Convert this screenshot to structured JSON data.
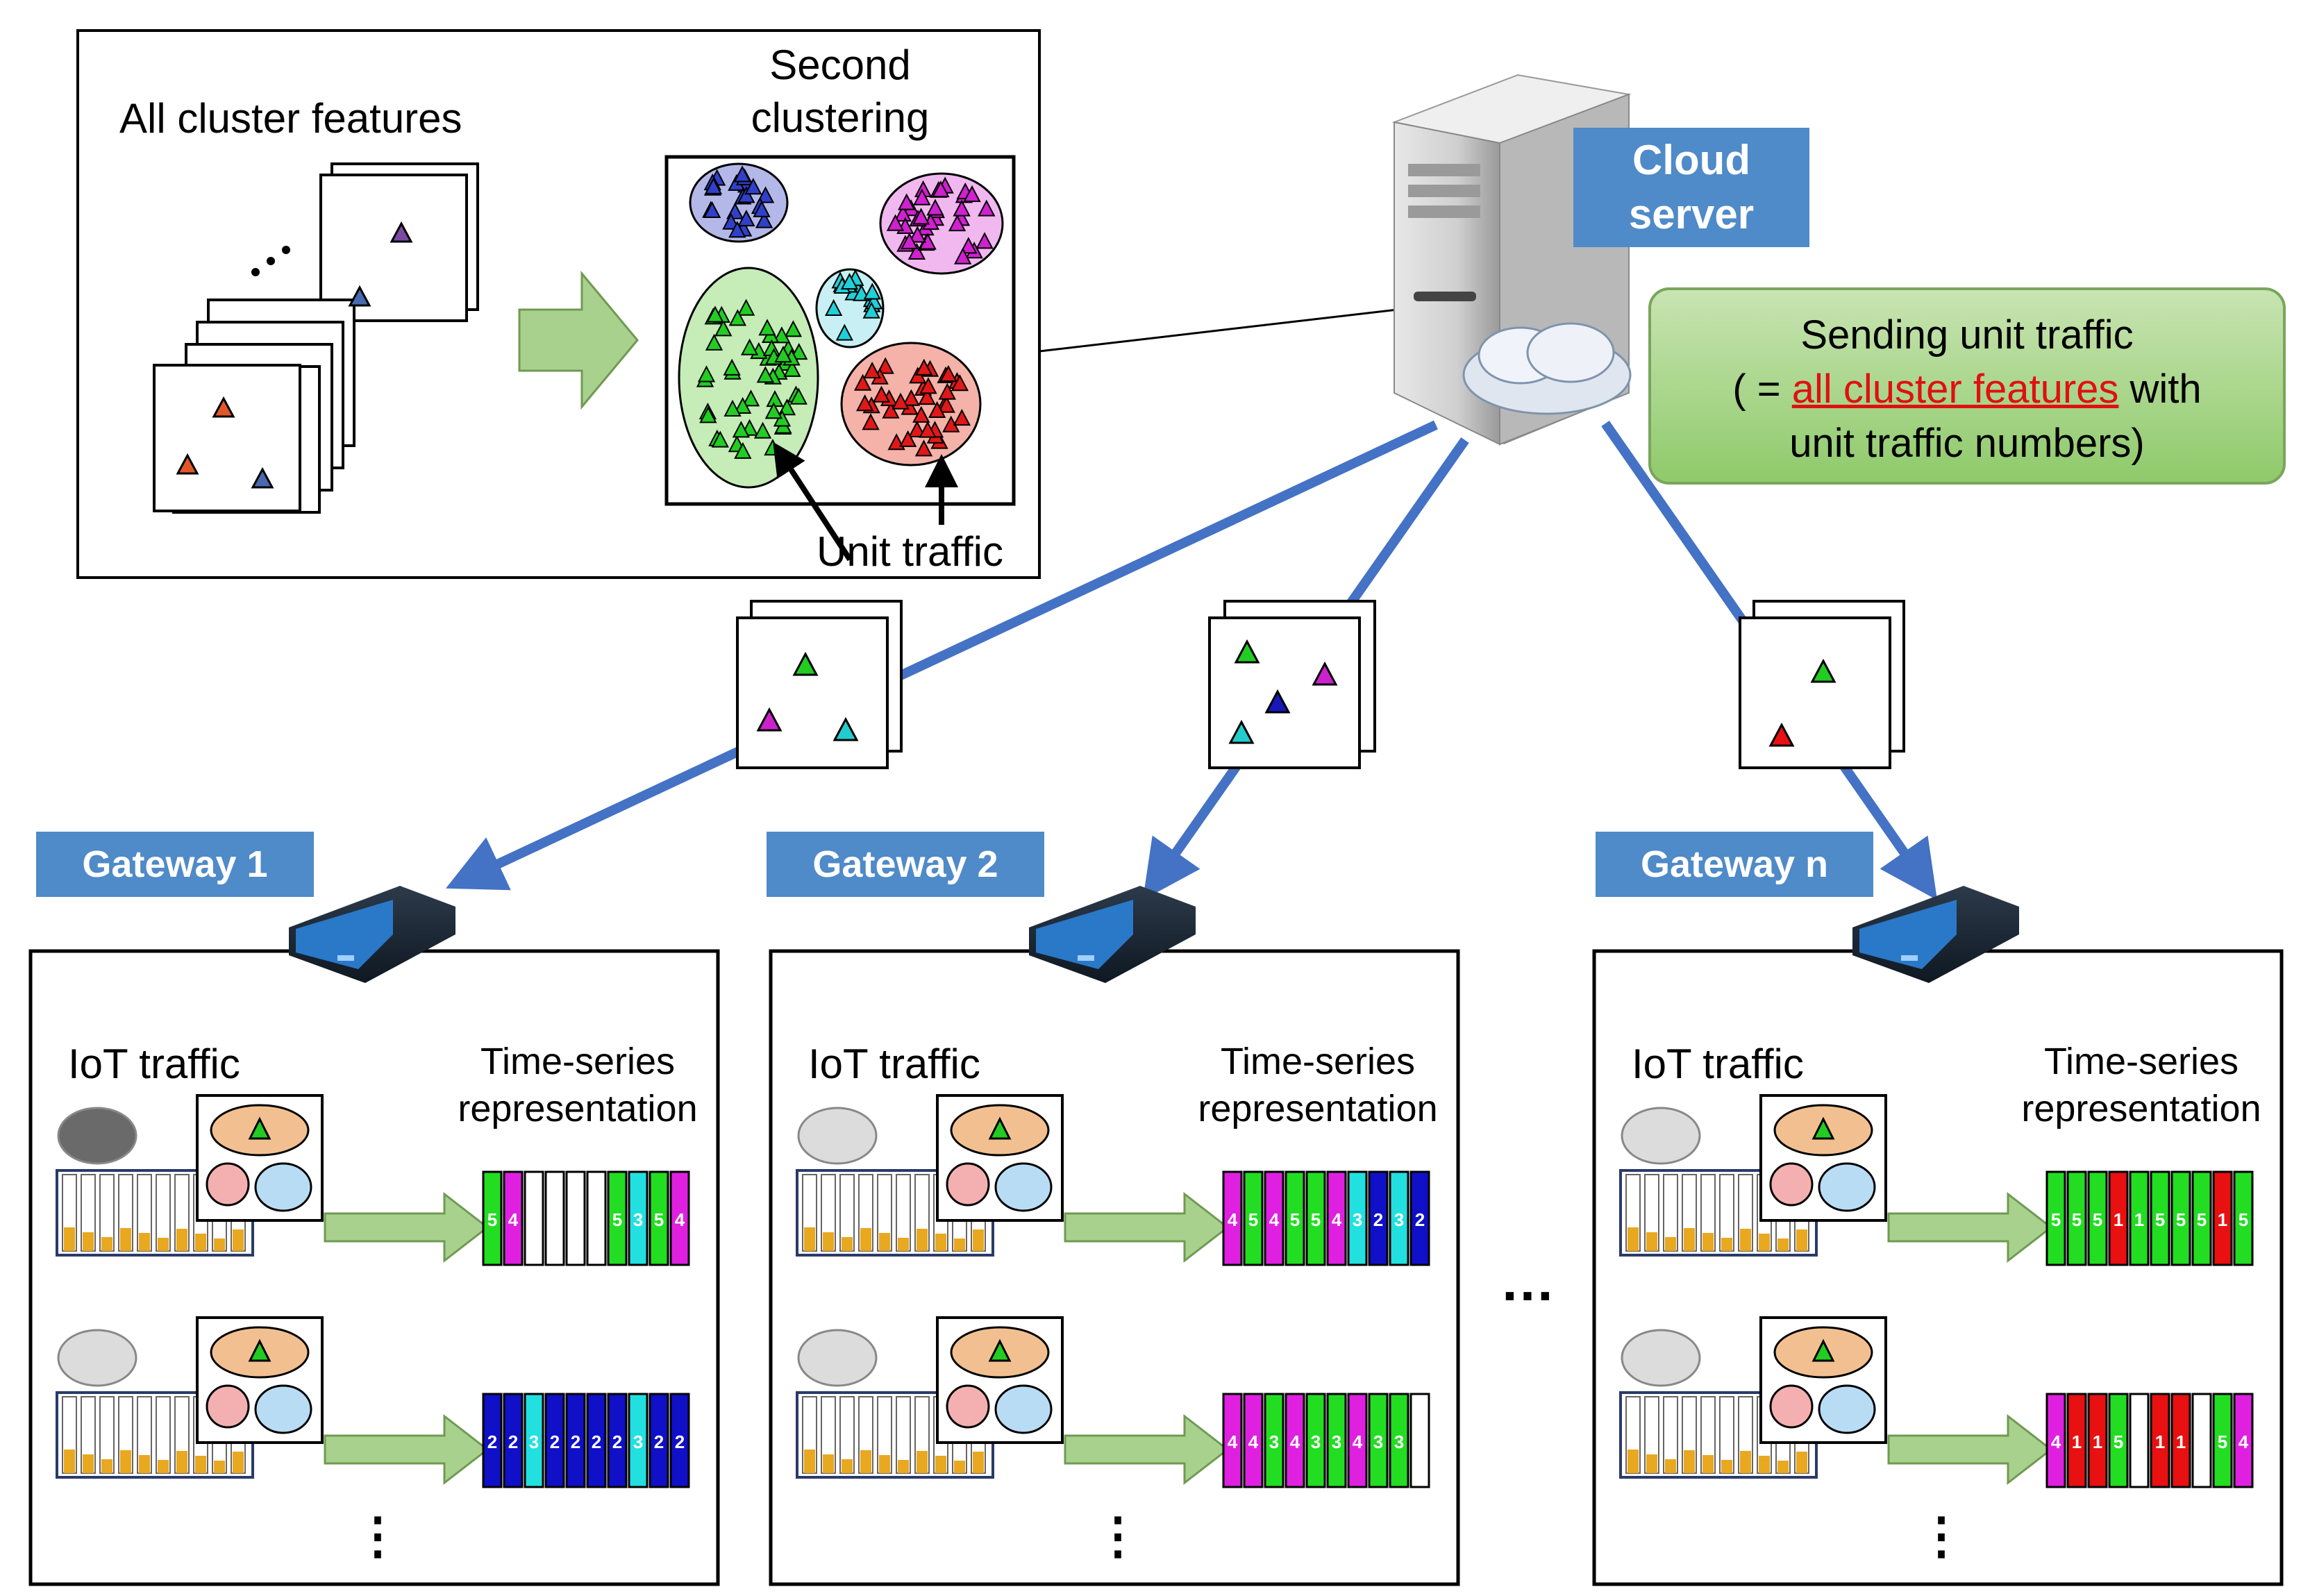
{
  "top_panel": {
    "all_cluster_features": "All cluster features",
    "second_clustering_line1": "Second",
    "second_clustering_line2": "clustering",
    "unit_traffic": "Unit traffic"
  },
  "cloud": {
    "label_line1": "Cloud",
    "label_line2": "server",
    "send_line1": "Sending unit traffic",
    "send_line2_prefix": "( = ",
    "send_line2_link": "all cluster features",
    "send_line2_suffix": " with",
    "send_line3": "unit traffic numbers)"
  },
  "gateways": [
    {
      "label": "Gateway 1",
      "iot_traffic": "IoT traffic",
      "ts_line1": "Time-series",
      "ts_line2": "representation",
      "rows": [
        {
          "cells": [
            {
              "c": "green",
              "t": "5"
            },
            {
              "c": "magenta",
              "t": "4"
            },
            {
              "c": "white",
              "t": ""
            },
            {
              "c": "white",
              "t": ""
            },
            {
              "c": "white",
              "t": ""
            },
            {
              "c": "white",
              "t": ""
            },
            {
              "c": "green",
              "t": "5"
            },
            {
              "c": "cyan",
              "t": "3"
            },
            {
              "c": "green",
              "t": "5"
            },
            {
              "c": "magenta",
              "t": "4"
            }
          ]
        },
        {
          "cells": [
            {
              "c": "blue",
              "t": "2"
            },
            {
              "c": "blue",
              "t": "2"
            },
            {
              "c": "cyan",
              "t": "3"
            },
            {
              "c": "blue",
              "t": "2"
            },
            {
              "c": "blue",
              "t": "2"
            },
            {
              "c": "blue",
              "t": "2"
            },
            {
              "c": "blue",
              "t": "2"
            },
            {
              "c": "cyan",
              "t": "3"
            },
            {
              "c": "blue",
              "t": "2"
            },
            {
              "c": "blue",
              "t": "2"
            }
          ]
        }
      ],
      "ellipsis": "⋮"
    },
    {
      "label": "Gateway 2",
      "iot_traffic": "IoT traffic",
      "ts_line1": "Time-series",
      "ts_line2": "representation",
      "rows": [
        {
          "cells": [
            {
              "c": "magenta",
              "t": "4"
            },
            {
              "c": "green",
              "t": "5"
            },
            {
              "c": "magenta",
              "t": "4"
            },
            {
              "c": "green",
              "t": "5"
            },
            {
              "c": "green",
              "t": "5"
            },
            {
              "c": "magenta",
              "t": "4"
            },
            {
              "c": "cyan",
              "t": "3"
            },
            {
              "c": "blue",
              "t": "2"
            },
            {
              "c": "cyan",
              "t": "3"
            },
            {
              "c": "blue",
              "t": "2"
            }
          ]
        },
        {
          "cells": [
            {
              "c": "magenta",
              "t": "4"
            },
            {
              "c": "magenta",
              "t": "4"
            },
            {
              "c": "green",
              "t": "3"
            },
            {
              "c": "magenta",
              "t": "4"
            },
            {
              "c": "green",
              "t": "3"
            },
            {
              "c": "green",
              "t": "3"
            },
            {
              "c": "magenta",
              "t": "4"
            },
            {
              "c": "green",
              "t": "3"
            },
            {
              "c": "green",
              "t": "3"
            },
            {
              "c": "white",
              "t": ""
            }
          ]
        }
      ],
      "ellipsis": "⋮"
    },
    {
      "label": "Gateway n",
      "iot_traffic": "IoT traffic",
      "ts_line1": "Time-series",
      "ts_line2": "representation",
      "rows": [
        {
          "cells": [
            {
              "c": "green",
              "t": "5"
            },
            {
              "c": "green",
              "t": "5"
            },
            {
              "c": "green",
              "t": "5"
            },
            {
              "c": "red",
              "t": "1"
            },
            {
              "c": "green",
              "t": "1"
            },
            {
              "c": "green",
              "t": "5"
            },
            {
              "c": "green",
              "t": "5"
            },
            {
              "c": "green",
              "t": "5"
            },
            {
              "c": "red",
              "t": "1"
            },
            {
              "c": "green",
              "t": "5"
            }
          ]
        },
        {
          "cells": [
            {
              "c": "magenta",
              "t": "4"
            },
            {
              "c": "red",
              "t": "1"
            },
            {
              "c": "red",
              "t": "1"
            },
            {
              "c": "green",
              "t": "5"
            },
            {
              "c": "white",
              "t": ""
            },
            {
              "c": "red",
              "t": "1"
            },
            {
              "c": "red",
              "t": "1"
            },
            {
              "c": "white",
              "t": ""
            },
            {
              "c": "green",
              "t": "5"
            },
            {
              "c": "magenta",
              "t": "4"
            }
          ]
        }
      ],
      "ellipsis": "⋮"
    }
  ],
  "between_gateways_ellipsis": "…",
  "colors": {
    "green": "#22dd22",
    "magenta": "#e020e0",
    "cyan": "#22e0e0",
    "blue": "#1010c8",
    "red": "#e81010",
    "white": "#ffffff",
    "arrow_blue": "#4472c4",
    "fat_arrow": "#a9d18e"
  }
}
